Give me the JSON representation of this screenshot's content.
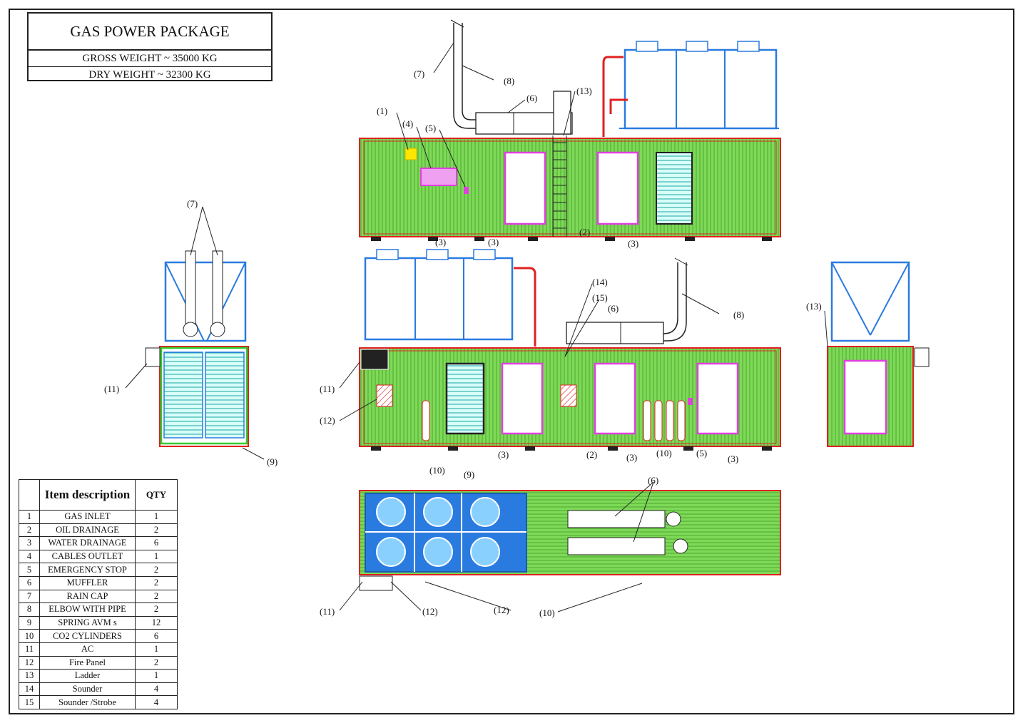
{
  "title_block": {
    "title": "GAS POWER PACKAGE",
    "gross_weight": "GROSS WEIGHT ~ 35000 KG",
    "dry_weight": "DRY WEIGHT ~ 32300 KG"
  },
  "item_table": {
    "header_description": "Item description",
    "header_qty": "QTY",
    "rows": [
      {
        "no": "1",
        "description": "GAS INLET",
        "qty": "1"
      },
      {
        "no": "2",
        "description": "OIL DRAINAGE",
        "qty": "2"
      },
      {
        "no": "3",
        "description": "WATER DRAINAGE",
        "qty": "6"
      },
      {
        "no": "4",
        "description": "CABLES OUTLET",
        "qty": "1"
      },
      {
        "no": "5",
        "description": "EMERGENCY STOP",
        "qty": "2"
      },
      {
        "no": "6",
        "description": "MUFFLER",
        "qty": "2"
      },
      {
        "no": "7",
        "description": "RAIN CAP",
        "qty": "2"
      },
      {
        "no": "8",
        "description": "ELBOW WITH PIPE",
        "qty": "2"
      },
      {
        "no": "9",
        "description": "SPRING AVM s",
        "qty": "12"
      },
      {
        "no": "10",
        "description": "CO2 CYLINDERS",
        "qty": "6"
      },
      {
        "no": "11",
        "description": "AC",
        "qty": "1"
      },
      {
        "no": "12",
        "description": "Fire Panel",
        "qty": "2"
      },
      {
        "no": "13",
        "description": "Ladder",
        "qty": "1"
      },
      {
        "no": "14",
        "description": "Sounder",
        "qty": "4"
      },
      {
        "no": "15",
        "description": "Sounder /Strobe",
        "qty": "4"
      }
    ]
  },
  "callouts": {
    "c1": "(1)",
    "c2": "(2)",
    "c3": "(3)",
    "c4": "(4)",
    "c5": "(5)",
    "c6": "(6)",
    "c7": "(7)",
    "c8": "(8)",
    "c9": "(9)",
    "c10": "(10)",
    "c11": "(11)",
    "c12": "(12)",
    "c13": "(13)",
    "c14": "(14)",
    "c15": "(15)"
  },
  "colors": {
    "container_fill": "#7ed957",
    "container_outline": "#e02020",
    "radiator": "#2a7be0",
    "door": "#e040e0",
    "louver": "#1aa3a3",
    "pipe": "#e02020"
  }
}
